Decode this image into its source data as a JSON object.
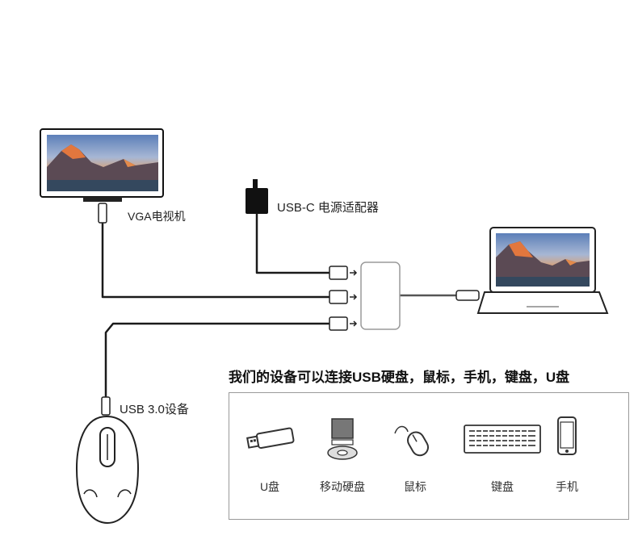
{
  "labels": {
    "vga_tv": "VGA电视机",
    "usbc_power": "USB-C 电源适配器",
    "usb30": "USB 3.0设备"
  },
  "headline": "我们的设备可以连接USB硬盘，鼠标，手机，键盘，U盘",
  "devices": [
    {
      "name": "U盘",
      "icon": "usb-flash-drive-icon"
    },
    {
      "name": "移动硬盘",
      "icon": "external-hard-drive-icon"
    },
    {
      "name": "鼠标",
      "icon": "mouse-icon"
    },
    {
      "name": "键盘",
      "icon": "keyboard-icon"
    },
    {
      "name": "手机",
      "icon": "phone-icon"
    }
  ],
  "colors": {
    "line": "#1a1a1a",
    "panel_border": "#9a9a9a"
  }
}
